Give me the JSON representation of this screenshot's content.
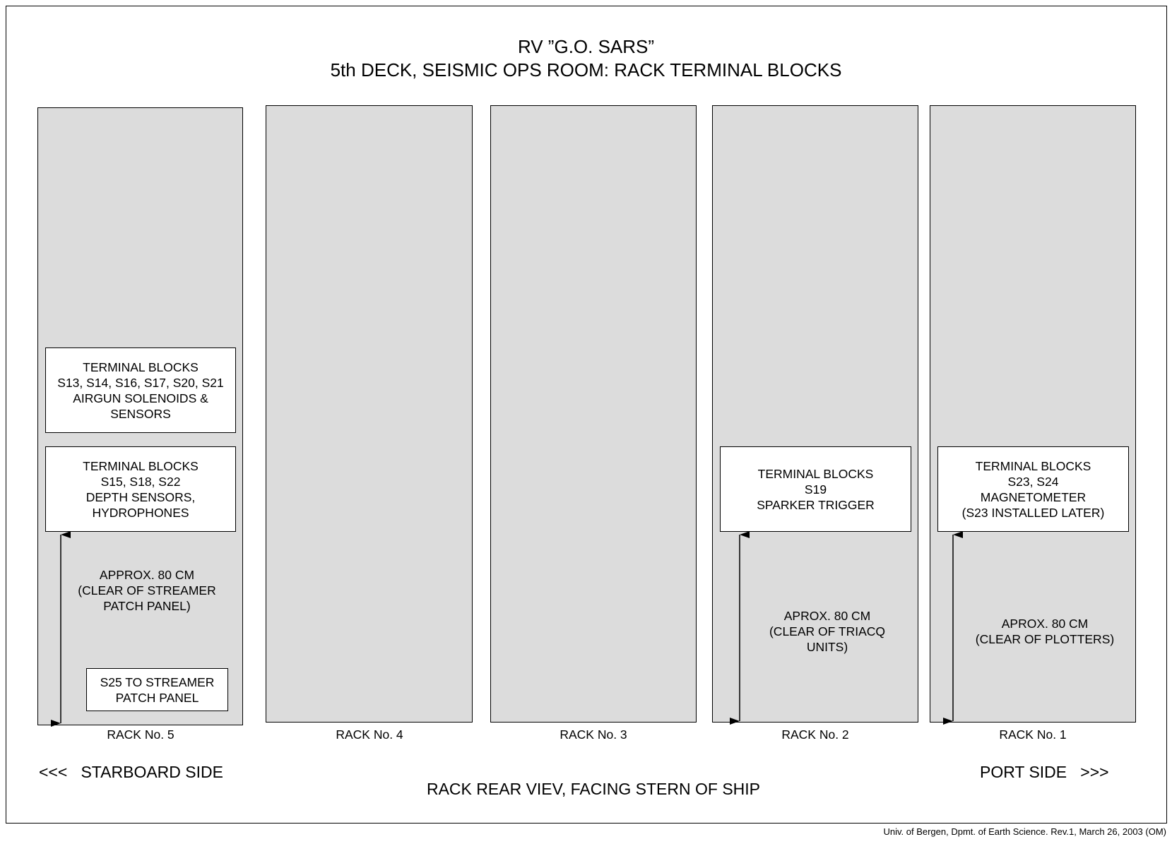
{
  "title": {
    "line1": "RV ”G.O. SARS”",
    "line2": "5th DECK, SEISMIC OPS ROOM: RACK TERMINAL BLOCKS"
  },
  "racks": [
    {
      "label": "RACK No. 5",
      "boxes": [
        {
          "lines": [
            "TERMINAL BLOCKS",
            "S13, S14, S16, S17, S20, S21",
            "AIRGUN SOLENOIDS &",
            "SENSORS"
          ]
        },
        {
          "lines": [
            "TERMINAL BLOCKS",
            "S15, S18, S22",
            "DEPTH SENSORS,",
            "HYDROPHONES"
          ]
        },
        {
          "lines": [
            "S25 TO STREAMER",
            "PATCH PANEL"
          ]
        }
      ],
      "note": [
        "APPROX. 80 CM",
        "(CLEAR OF STREAMER",
        "PATCH PANEL)"
      ]
    },
    {
      "label": "RACK No. 4"
    },
    {
      "label": "RACK No. 3"
    },
    {
      "label": "RACK No. 2",
      "boxes": [
        {
          "lines": [
            "TERMINAL BLOCKS",
            "S19",
            "SPARKER TRIGGER"
          ]
        }
      ],
      "note": [
        "APROX. 80 CM",
        "(CLEAR OF TRIACQ",
        "UNITS)"
      ]
    },
    {
      "label": "RACK No. 1",
      "boxes": [
        {
          "lines": [
            "TERMINAL BLOCKS",
            "S23, S24",
            "MAGNETOMETER",
            "(S23 INSTALLED LATER)"
          ]
        }
      ],
      "note": [
        "APROX. 80 CM",
        "(CLEAR OF PLOTTERS)"
      ]
    }
  ],
  "sides": {
    "starboard": "<<<   STARBOARD SIDE",
    "port": "PORT SIDE   >>>"
  },
  "caption": "RACK REAR VIEV, FACING STERN OF SHIP",
  "credit": "Univ. of Bergen, Dpmt. of Earth Science. Rev.1, March 26, 2003 (OM)"
}
